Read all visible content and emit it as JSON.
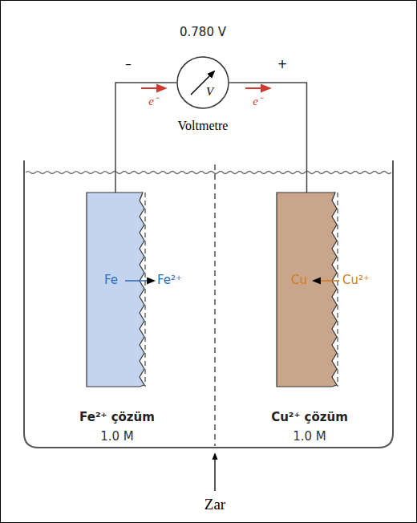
{
  "diagram": {
    "nodes": [
      {
        "text": [
          "V"
        ]
      },
      {
        "text": [
          "Fe",
          "Fe²⁺"
        ]
      },
      {
        "text": [
          "Cu",
          "Cu²⁺"
        ]
      }
    ],
    "edges": [
      {
        "from": 1,
        "to": 0,
        "arrow": "none"
      },
      {
        "from": 0,
        "to": 2,
        "arrow": "none"
      }
    ],
    "labels": [
      "0.780 V",
      "–",
      "+",
      "e⁻",
      "e⁻",
      "Voltmetre",
      "Fe²⁺ çözüm",
      "1.0 M",
      "Cu²⁺ çözüm",
      "1.0 M",
      "Zar"
    ]
  }
}
